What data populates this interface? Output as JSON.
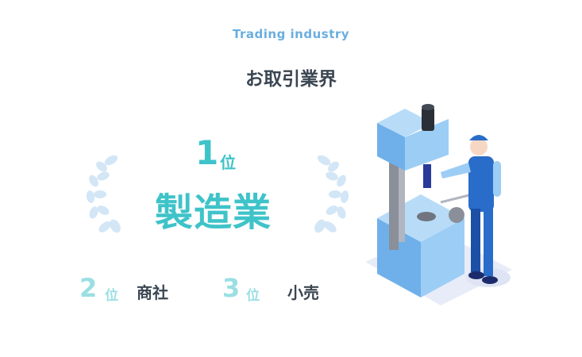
{
  "header": {
    "subtitle": "Trading industry",
    "title": "お取引業界"
  },
  "ranking": {
    "first": {
      "rank": "1",
      "unit": "位",
      "name": "製造業"
    },
    "second": {
      "rank": "2",
      "unit": "位",
      "name": "商社"
    },
    "third": {
      "rank": "3",
      "unit": "位",
      "name": "小売"
    }
  },
  "colors": {
    "accent": "#3ec3c9",
    "accent_light": "#9adfe3",
    "heading": "#6aaee0",
    "text": "#3a4652"
  }
}
